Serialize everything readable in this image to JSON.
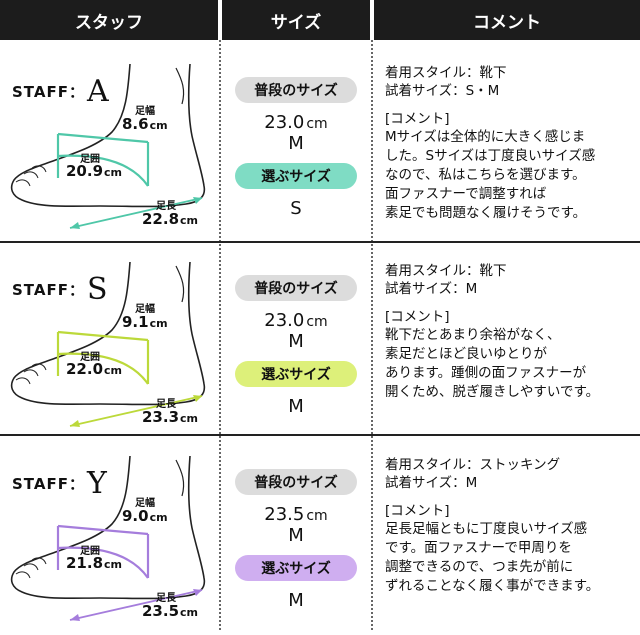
{
  "header": {
    "staff": "スタッフ",
    "size": "サイズ",
    "comment": "コメント"
  },
  "labels": {
    "staff_prefix": "STAFF：",
    "width": "足幅",
    "girth": "足囲",
    "length": "足長",
    "unit": "cm",
    "usual_size": "普段のサイズ",
    "chosen_size": "選ぶサイズ"
  },
  "staff": [
    {
      "letter": "A",
      "accent": "#7fdcc4",
      "accent_line": "#4fc7a8",
      "width": "8.6",
      "girth": "20.9",
      "length": "22.8",
      "usual_size": "23.0",
      "usual_size_letter": "M",
      "chosen_size": "S",
      "style_line": "着用スタイル：靴下",
      "try_line": "試着サイズ：S・M",
      "comment_heading": "[コメント]",
      "comment_lines": [
        "Mサイズは全体的に大きく感じま",
        "した。Sサイズは丁度良いサイズ感",
        "なので、私はこちらを選びます。",
        "面ファスナーで調整すれば",
        "素足でも問題なく履けそうです。"
      ]
    },
    {
      "letter": "S",
      "accent": "#ddf07a",
      "accent_line": "#bcd93a",
      "width": "9.1",
      "girth": "22.0",
      "length": "23.3",
      "usual_size": "23.0",
      "usual_size_letter": "M",
      "chosen_size": "M",
      "style_line": "着用スタイル：靴下",
      "try_line": "試着サイズ：M",
      "comment_heading": "[コメント]",
      "comment_lines": [
        "靴下だとあまり余裕がなく、",
        "素足だとほど良いゆとりが",
        "あります。踵側の面ファスナーが",
        "開くため、脱ぎ履きしやすいです。"
      ]
    },
    {
      "letter": "Y",
      "accent": "#cfaef0",
      "accent_line": "#a57ddc",
      "width": "9.0",
      "girth": "21.8",
      "length": "23.5",
      "usual_size": "23.5",
      "usual_size_letter": "M",
      "chosen_size": "M",
      "style_line": "着用スタイル：ストッキング",
      "try_line": "試着サイズ：M",
      "comment_heading": "[コメント]",
      "comment_lines": [
        "足長足幅ともに丁度良いサイズ感",
        "です。面ファスナーで甲周りを",
        "調整できるので、つま先が前に",
        "ずれることなく履く事ができます。"
      ]
    }
  ]
}
